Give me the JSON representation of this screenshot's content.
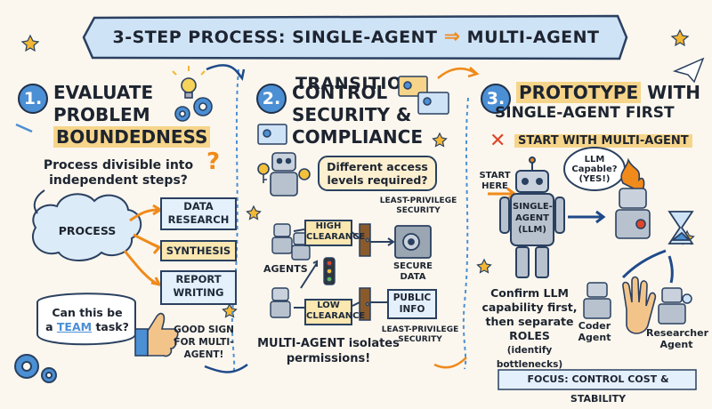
{
  "banner": {
    "left": "3-STEP PROCESS: SINGLE-AGENT",
    "arrow": "⇒",
    "right": "MULTI-AGENT TRANSITION"
  },
  "step1": {
    "number": "1.",
    "title_line1": "EVALUATE",
    "title_line2": "PROBLEM",
    "title_line3": "BOUNDEDNESS",
    "question": "Process divisible into independent steps?",
    "process": "PROCESS",
    "box1": "DATA RESEARCH",
    "box2": "SYNTHESIS",
    "box3": "REPORT WRITING",
    "team_question_a": "Can this be",
    "team_question_b": "a",
    "team_question_team": "TEAM",
    "team_question_c": "task?",
    "good_sign": "GOOD SIGN FOR MULTI-AGENT!"
  },
  "step2": {
    "number": "2.",
    "title_line1": "CONTROL",
    "title_line2": "SECURITY &",
    "title_line3": "COMPLIANCE",
    "bubble": "Different access levels required?",
    "high": "HIGH CLEARANCE",
    "low": "LOW CLEARANCE",
    "agents": "AGENTS",
    "secure": "SECURE DATA",
    "public": "PUBLIC INFO",
    "lp_top": "LEAST-PRIVILEGE SECURITY",
    "lp_bottom": "LEAST-PRIVILEGE SECURITY",
    "caption": "MULTI-AGENT isolates permissions!"
  },
  "step3": {
    "number": "3.",
    "title_line1_hl": "PROTOTYPE",
    "title_line1_rest": "WITH",
    "title_line2": "SINGLE-AGENT FIRST",
    "avoid": "START WITH MULTI-AGENT",
    "start_here": "START HERE",
    "single_agent": "SINGLE-AGENT (LLM)",
    "llm_bubble": "LLM Capable? (YES!)",
    "caption_a": "Confirm LLM capability first, then separate",
    "caption_roles": "ROLES",
    "caption_b": "(identify bottlenecks)",
    "coder": "Coder Agent",
    "researcher": "Researcher Agent",
    "focus": "FOCUS: CONTROL COST & STABILITY"
  },
  "colors": {
    "accent_blue": "#4b8fd4",
    "accent_orange": "#f08a1a",
    "highlight": "#f6d58a",
    "red_x": "#e0452b",
    "banner": "#cfe3f7"
  }
}
